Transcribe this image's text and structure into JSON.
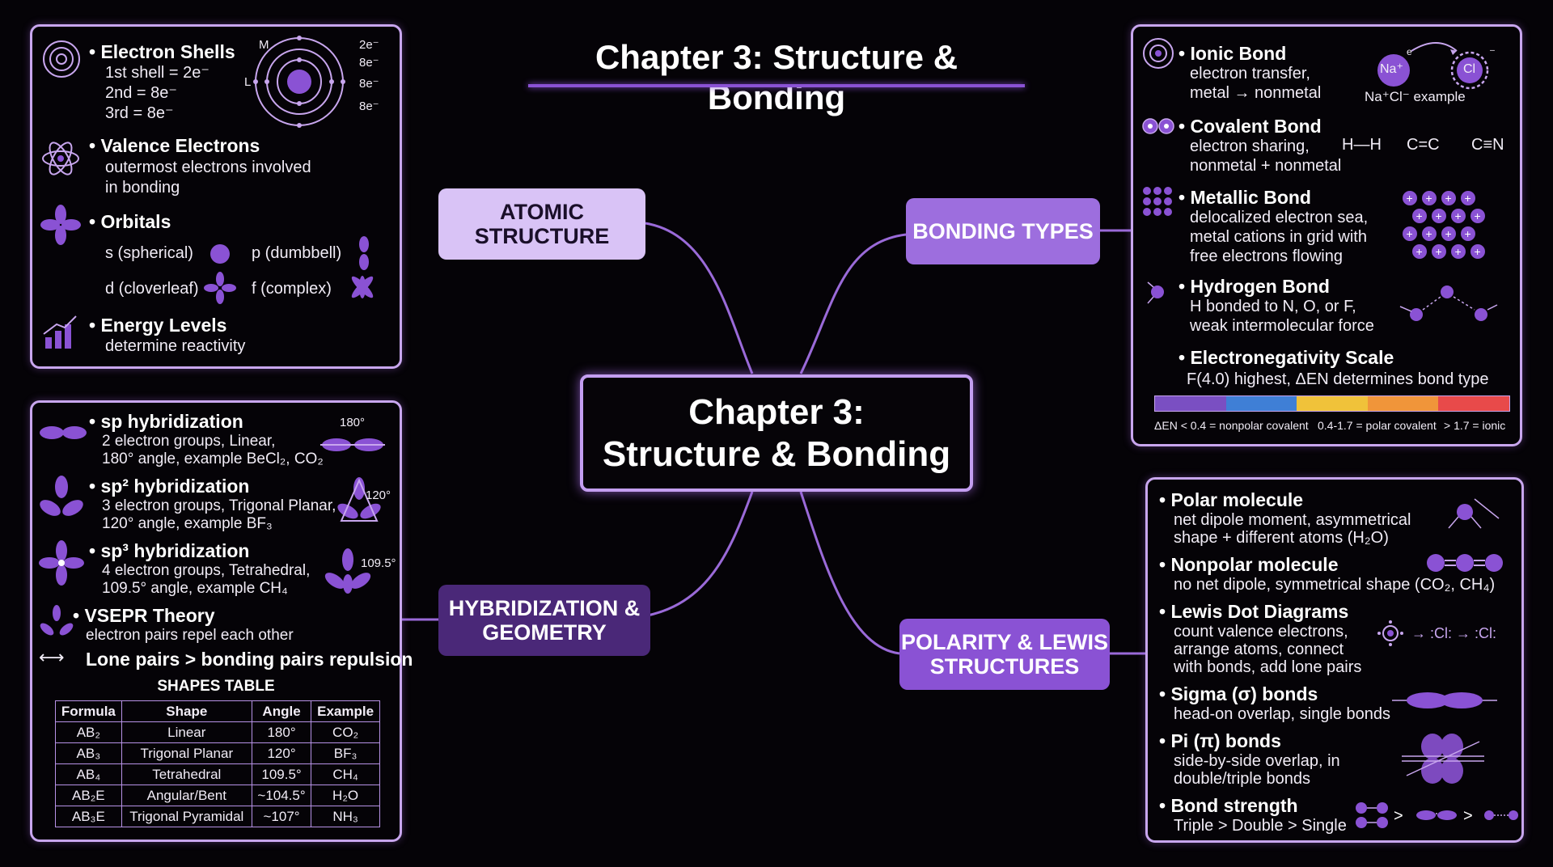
{
  "title": "Chapter 3: Structure & Bonding",
  "center": {
    "line1": "Chapter 3:",
    "line2": "Structure & Bonding"
  },
  "nodes": {
    "atomic": {
      "line1": "ATOMIC",
      "line2": "STRUCTURE"
    },
    "bonding": {
      "line1": "BONDING TYPES"
    },
    "hybrid": {
      "line1": "HYBRIDIZATION &",
      "line2": "GEOMETRY"
    },
    "polarity": {
      "line1": "POLARITY & LEWIS",
      "line2": "STRUCTURES"
    }
  },
  "atomic_panel": {
    "shells": {
      "title": "Electron Shells",
      "l1": "1st shell = 2e⁻",
      "l2": "2nd = 8e⁻",
      "l3": "3rd = 8e⁻",
      "labels": {
        "m": "M",
        "l": "L",
        "e1": "2e⁻",
        "e2": "8e⁻",
        "e3": "8e⁻",
        "e4": "8e⁻"
      }
    },
    "valence": {
      "title": "Valence Electrons",
      "l1": "outermost electrons involved",
      "l2": "in bonding"
    },
    "orbitals": {
      "title": "Orbitals",
      "s": "s (spherical)",
      "p": "p (dumbbell)",
      "d": "d (cloverleaf)",
      "f": "f (complex)"
    },
    "energy": {
      "title": "Energy Levels",
      "l1": "determine reactivity"
    }
  },
  "hybrid_panel": {
    "sp": {
      "title": "sp hybridization",
      "l1": "2 electron groups, Linear,",
      "l2": "180° angle, example BeCl₂, CO₂",
      "angle": "180°"
    },
    "sp2": {
      "title": "sp² hybridization",
      "l1": "3 electron groups, Trigonal Planar,",
      "l2": "120° angle, example BF₃",
      "angle": "120°"
    },
    "sp3": {
      "title": "sp³ hybridization",
      "l1": "4 electron groups, Tetrahedral,",
      "l2": "109.5° angle, example CH₄",
      "angle": "109.5°"
    },
    "vsepr": {
      "title": "VSEPR Theory",
      "l1": "electron pairs repel each other"
    },
    "lone": {
      "title": "Lone pairs > bonding pairs repulsion"
    },
    "table": {
      "caption": "SHAPES TABLE",
      "headers": [
        "Formula",
        "Shape",
        "Angle",
        "Example"
      ],
      "rows": [
        [
          "AB₂",
          "Linear",
          "180°",
          "CO₂"
        ],
        [
          "AB₃",
          "Trigonal Planar",
          "120°",
          "BF₃"
        ],
        [
          "AB₄",
          "Tetrahedral",
          "109.5°",
          "CH₄"
        ],
        [
          "AB₂E",
          "Angular/Bent",
          "~104.5°",
          "H₂O"
        ],
        [
          "AB₃E",
          "Trigonal Pyramidal",
          "~107°",
          "NH₃"
        ]
      ]
    }
  },
  "bonding_panel": {
    "ionic": {
      "title": "Ionic Bond",
      "l1": "electron transfer,",
      "l2": "metal → nonmetal",
      "na": "Na⁺",
      "cl": "Cl",
      "e": "e",
      "minus": "⁻",
      "caption": "Na⁺Cl⁻  example"
    },
    "covalent": {
      "title": "Covalent Bond",
      "l1": "electron sharing,",
      "l2": "nonmetal + nonmetal",
      "m1": "H—H",
      "m2": "C=C",
      "m3": "C≡N"
    },
    "metallic": {
      "title": "Metallic Bond",
      "l1": "delocalized electron sea,",
      "l2": "metal cations in grid with",
      "l3": "free electrons flowing"
    },
    "hydrogen": {
      "title": "Hydrogen Bond",
      "l1": "H bonded to N, O, or F,",
      "l2": "weak intermolecular force"
    },
    "en": {
      "title": "Electronegativity Scale",
      "l1": "F(4.0) highest, ΔEN determines bond type",
      "c1": "ΔEN < 0.4 = nonpolar covalent",
      "c2": "0.4-1.7 = polar covalent",
      "c3": "> 1.7 = ionic",
      "colors": [
        "#7a4fc2",
        "#3f7fd6",
        "#f0c23a",
        "#f0953a",
        "#e84a4a"
      ]
    }
  },
  "polarity_panel": {
    "polar": {
      "title": "Polar molecule",
      "l1": "net dipole moment, asymmetrical",
      "l2": "shape + different atoms (H₂O)"
    },
    "nonpolar": {
      "title": "Nonpolar molecule",
      "l1": "no net dipole, symmetrical shape (CO₂, CH₄)"
    },
    "lewis": {
      "title": "Lewis Dot Diagrams",
      "l1": "count valence electrons,",
      "l2": "arrange atoms, connect",
      "l3": "with bonds, add lone pairs"
    },
    "sigma": {
      "title": "Sigma (σ) bonds",
      "l1": "head-on overlap, single bonds"
    },
    "pi": {
      "title": "Pi (π) bonds",
      "l1": "side-by-side overlap, in",
      "l2": "double/triple bonds"
    },
    "strength": {
      "title": "Bond strength",
      "l1": "Triple > Double > Single"
    }
  },
  "colors": {
    "accent": "#8a52d4",
    "light": "#d9c3f6",
    "bg": "#050307"
  }
}
